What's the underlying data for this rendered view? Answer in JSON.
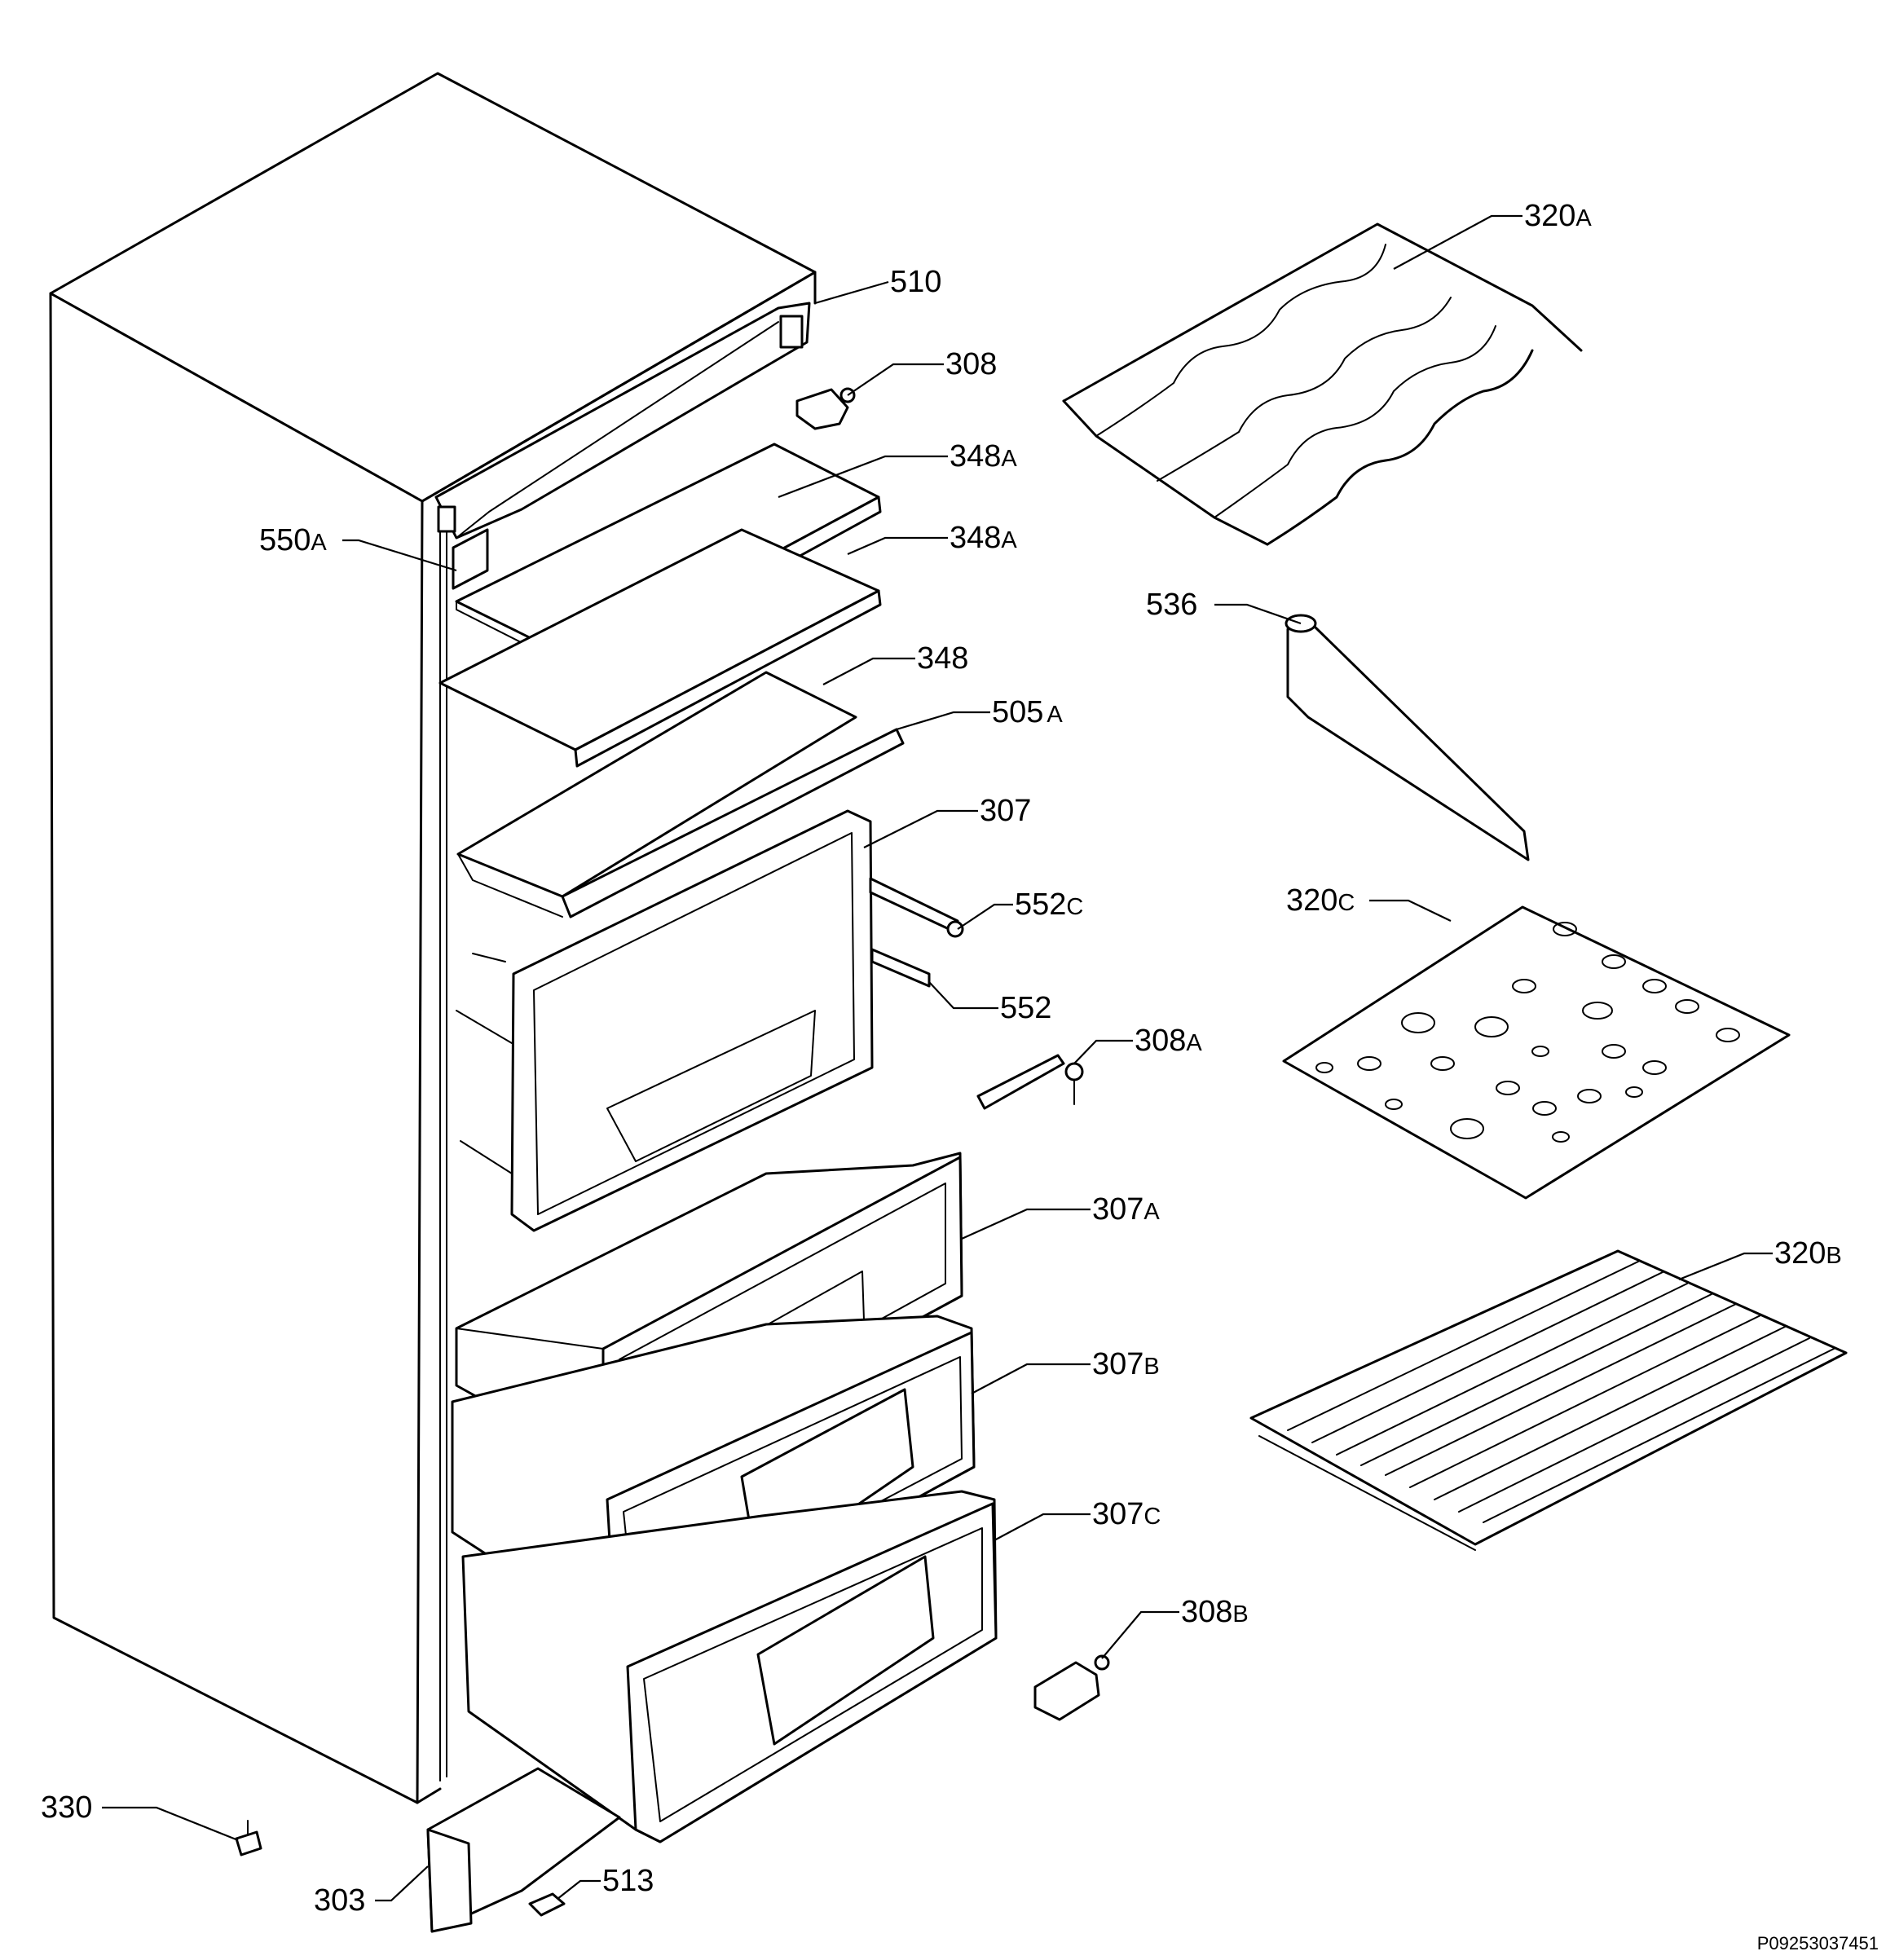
{
  "diagram": {
    "reference_code": "P09253037451",
    "parts": [
      {
        "id": "p510",
        "num": "510",
        "suffix": ""
      },
      {
        "id": "p308",
        "num": "308",
        "suffix": ""
      },
      {
        "id": "p348a1",
        "num": "348",
        "suffix": "A"
      },
      {
        "id": "p348a2",
        "num": "348",
        "suffix": "A"
      },
      {
        "id": "p550a",
        "num": "550",
        "suffix": "A"
      },
      {
        "id": "p348",
        "num": "348",
        "suffix": ""
      },
      {
        "id": "p505a",
        "num": "505",
        "suffix": "A"
      },
      {
        "id": "p307",
        "num": "307",
        "suffix": ""
      },
      {
        "id": "p552c",
        "num": "552",
        "suffix": "C"
      },
      {
        "id": "p552",
        "num": "552",
        "suffix": ""
      },
      {
        "id": "p308a",
        "num": "308",
        "suffix": "A"
      },
      {
        "id": "p307a",
        "num": "307",
        "suffix": "A"
      },
      {
        "id": "p307b",
        "num": "307",
        "suffix": "B"
      },
      {
        "id": "p307c",
        "num": "307",
        "suffix": "C"
      },
      {
        "id": "p308b",
        "num": "308",
        "suffix": "B"
      },
      {
        "id": "p330",
        "num": "330",
        "suffix": ""
      },
      {
        "id": "p303",
        "num": "303",
        "suffix": ""
      },
      {
        "id": "p513",
        "num": "513",
        "suffix": ""
      },
      {
        "id": "p320a",
        "num": "320",
        "suffix": "A"
      },
      {
        "id": "p536",
        "num": "536",
        "suffix": ""
      },
      {
        "id": "p320c",
        "num": "320",
        "suffix": "C"
      },
      {
        "id": "p320b",
        "num": "320",
        "suffix": "B"
      }
    ]
  }
}
